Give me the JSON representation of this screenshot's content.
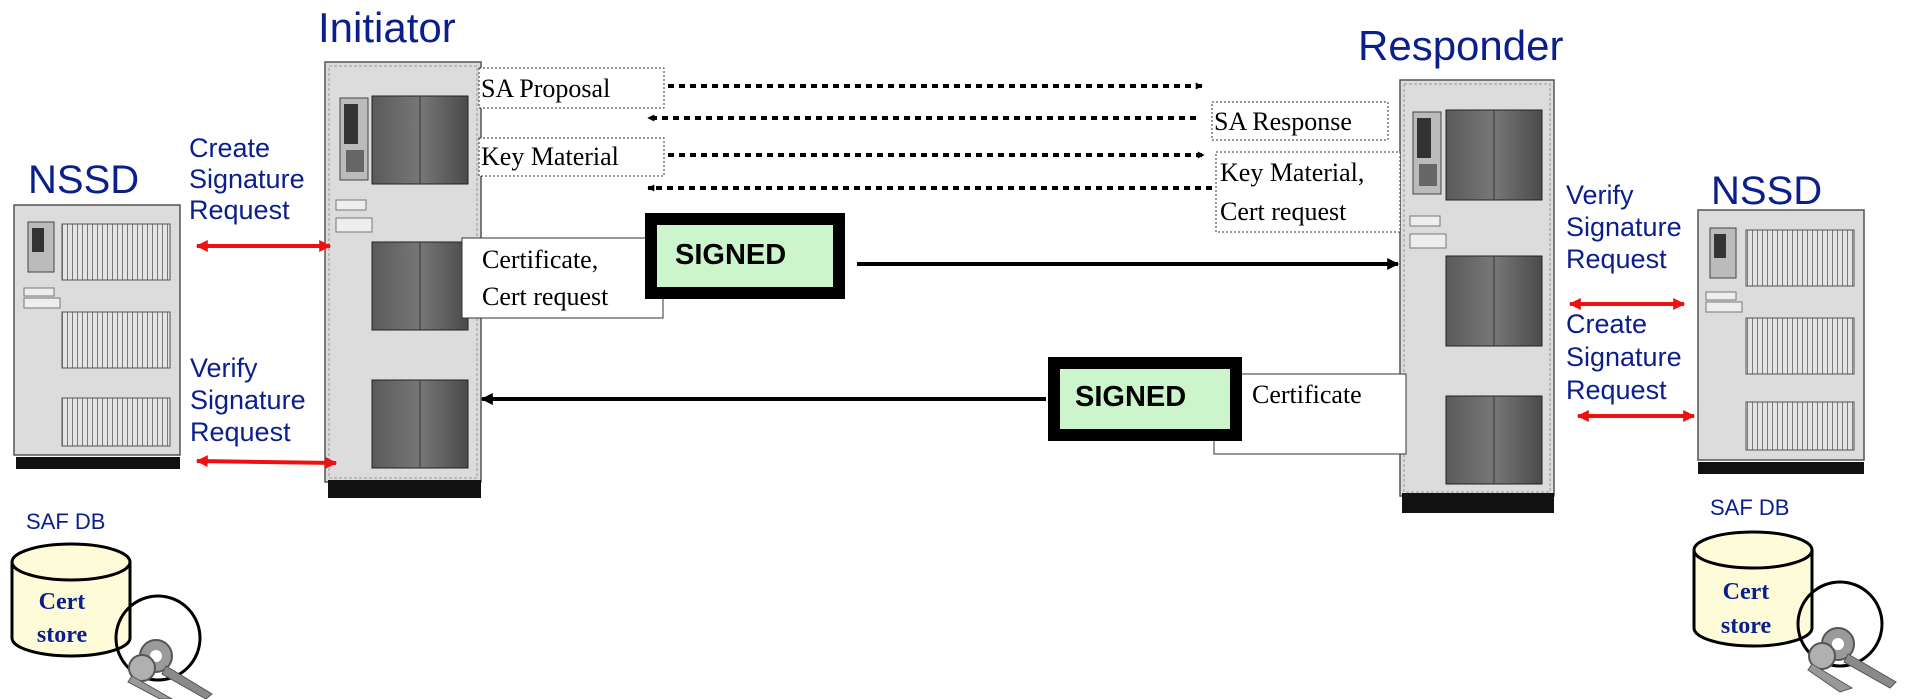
{
  "initiator": {
    "title": "Initiator",
    "nssd_label": "NSSD",
    "create_request": [
      "Create",
      "Signature",
      "Request"
    ],
    "verify_request": [
      "Verify",
      "Signature",
      "Request"
    ],
    "saf_db": "SAF DB",
    "cert_store": [
      "Cert",
      "store"
    ]
  },
  "responder": {
    "title": "Responder",
    "nssd_label": "NSSD",
    "verify_request": [
      "Verify",
      "Signature",
      "Request"
    ],
    "create_request": [
      "Create",
      "Signature",
      "Request"
    ],
    "saf_db": "SAF DB",
    "cert_store": [
      "Cert",
      "store"
    ]
  },
  "messages": {
    "sa_proposal": "SA Proposal",
    "sa_response": "SA Response",
    "key_material": "Key Material",
    "key_material_reply": [
      "Key Material,",
      "Cert request"
    ],
    "certificate_request": [
      "Certificate,",
      "Cert request"
    ],
    "certificate": "Certificate",
    "signed": "SIGNED"
  },
  "colors": {
    "title_blue": "#0b1f8c",
    "arrow_red": "#ee1111",
    "signed_fill": "#ccf5cc",
    "server_body": "#d8d8d8",
    "db_fill": "#fdfbd8"
  }
}
